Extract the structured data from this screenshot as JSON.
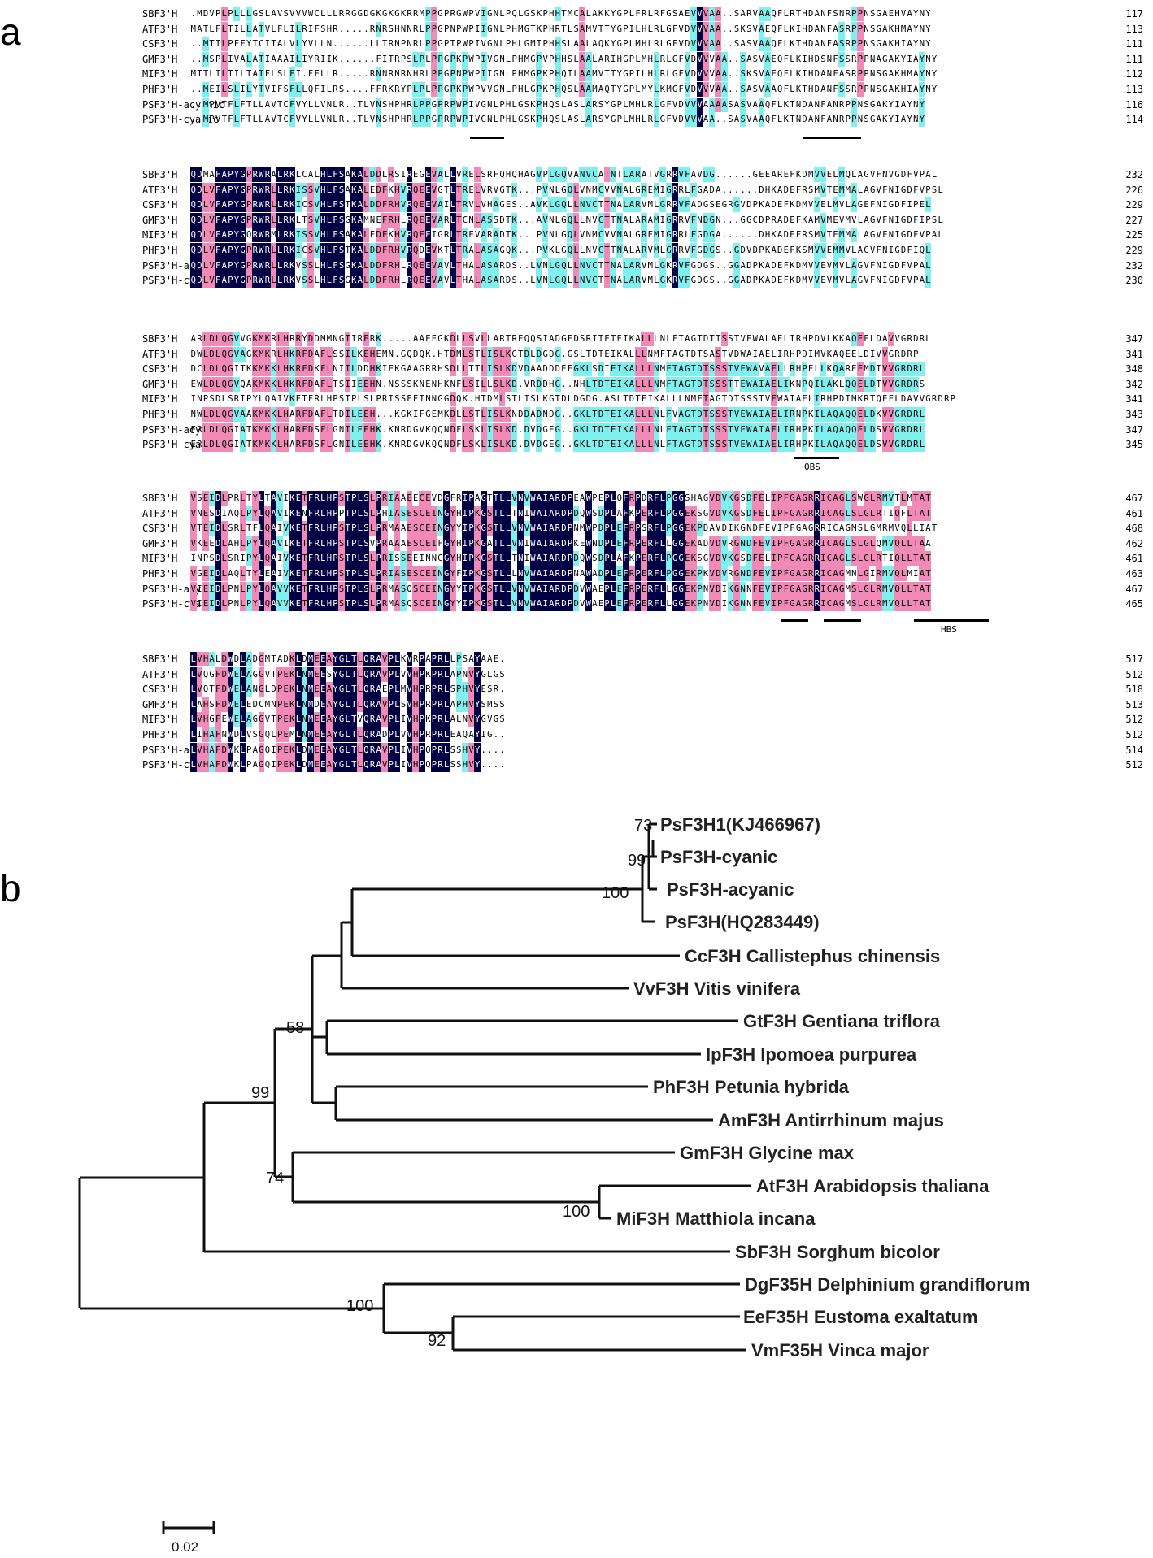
{
  "panel_labels": {
    "a": "a",
    "b": "b"
  },
  "alignment": {
    "colors": {
      "identical": "#000043",
      "similar_pink": "#f28ab8",
      "similar_cyan": "#7ff0ee"
    },
    "blocks": [
      {
        "rows": [
          {
            "name": "SBF3'H",
            "seq": ".MDVPLPLLLGSLAVSVVVWCLLLRRGGDGKGKGKRRMPPGPRGWPVIGNLPQLGSKPHHTMCALAKKYGPLFRLRFGSAEVVVAA..SARVAAQFLRTHDANFSNRPPNSGAEHVAYNY",
            "end": "117"
          },
          {
            "name": "ATF3'H",
            "seq": "MATLFLTILLATVLFLILRIFSHR.....RNRSHNNRLPPGPNPWPIIGNLPHMGTKPHRTLSAMVTTYGPILHLRLGFVDVVVAA..SKSVAEQFLKIHDANFASRPPNSGAKHMAYNY",
            "end": "113"
          },
          {
            "name": "CSF3'H",
            "seq": "..MTILPFFYTCITALVLYVLLN......LLTRNPNRLPPGPTPWPIVGNLPHLGMIPHHSLAALAQKYGPLMHLRLGFVDVVVAA..SASVAAQFLKTHDANFASRPPNSGAKHIAYNY",
            "end": "111"
          },
          {
            "name": "GMF3'H",
            "seq": "..MSPLIVALATIAAAILIYRIIK......FITRPSLPLPPGPKPWPIVGNLPHMGPVPHHSLAALARIHGPLMHLRLGFVDVVVAA..SASVAEQFLKIHDSNFSSRPPNAGAKYIAYNY",
            "end": "111"
          },
          {
            "name": "MIF3'H",
            "seq": "MTTLILTILTATFLSLFI.FFLLR.....RNNRNRNHRLPPGPNPWPIIGNLPHMGPKPHQTLAAMVTTYGPILHLRLGFVDVVVAA..SKSVAEQFLKIHDANFASRPPNSGAKHMAYNY",
            "end": "112"
          },
          {
            "name": "PHF3'H",
            "seq": "..MEILSLILYTVIFSFLLQFILRS....FFRKRYPLPLPPGPKPWPVVGNLPHLGPKPHQSLAAMAQTYGPLMYLKMGFVDVVVAA..SASVAAQFLKTHDANFSSRPPNSGAKHIAYNY",
            "end": "113"
          },
          {
            "name": "PSF3'H-acyanic",
            "seq": "..MPVTFLFTLLAVTCFVYLLVNLR..TLVNSHPHRLPPGPRPWPIVGNLPHLGSKPHQSLASLARSYGPLMHLRLGFVDVVVAAAASASVAAQFLKTNDANFANRPPNSGAKYIAYNY",
            "end": "116"
          },
          {
            "name": "PSF3'H-cyanic",
            "seq": "..MPVTFLFTLLAVTCFVYLLVNLR..TLVNSHPHRLPPGPRPWPIVGNLPHLGSKPHQSLASLARSYGPLMHLRLGFVDVVVAA..SASVAAQFLKTNDANFANRPPNSGAKYIAYNY",
            "end": "114"
          }
        ]
      },
      {
        "rows": [
          {
            "name": "SBF3'H",
            "seq": "QDMAFAPYGPRWRALRKLCALHLFSAKALDDLRSIREGEVALLVRELSRFQHQHAGVPLGQVANVCATNTLARATVGRRVFAVDG......GEEAREFKDMVVELMQLAGVFNVGDFVPAL",
            "end": "232"
          },
          {
            "name": "ATF3'H",
            "seq": "QDLVFAPYGPRWRLLRKISSVHLFSAKALEDFKHVRQEEVGTLTRELVRVGTK...PVNLGQLVNMCVVNALGREMIGRRLFGADA......DHKADEFRSMVTEMMALAGVFNIGDFVPSL",
            "end": "226"
          },
          {
            "name": "CSF3'H",
            "seq": "QDLVFAPYGPRWRLLRKICSVHLFSTKALDDFRHVRQEEVAILTRVLVHAGES..AVKLGQLLNVCTTNALARVMLGRRVFADGSEGRGVDPKADEFKDMVVELMVLAGEFNIGDFIPEL",
            "end": "229"
          },
          {
            "name": "GMF3'H",
            "seq": "QDLVFAPYGPRWRLLRKLTSVHLFSGKAMNEFRHLRQEEVARLTCNLASSDTK...AVNLGQLLNVCTTNALARAMIGRRVFNDGN...GGCDPRADEFKAMVMEVMVLAGVFNIGDFIPSL",
            "end": "227"
          },
          {
            "name": "MIF3'H",
            "seq": "QDLVFAPYGQRWRMLRKISSVHLFSAKALEDFKHVRQEEIGRLTREVARADTK...PVNLGQLVNMCVVNALGREMIGRRLFGDGA......DHKADEFRSMVTEMMALAGVFNIGDFVPAL",
            "end": "225"
          },
          {
            "name": "PHF3'H",
            "seq": "QDLVFAPYGPRWRLLRKICSVHLFSTKALDDFRHVRQDEVKTLTRALASAGQK...PVKLGQLLNVCTTNALARVMLGRRVFGDGS..GDVDPKADEFKSMVVEMMVLAGVFNIGDFIQL",
            "end": "229"
          },
          {
            "name": "PSF3'H-acyanic",
            "seq": "QDLVFAPYGPRWRLLRKVSSLHLFSGKALDDFRHLRQEEVAVLTHALASARDS..LVNLGQLLNVCTTNALARVMLGKRVFGDGS..GGADPKADEFKDMVVEVMVLAGVFNIGDFVPAL",
            "end": "232"
          },
          {
            "name": "PSF3'H-cyanic",
            "seq": "QDLVFAPYGPRWRLLRKVSSLHLFSGKALDDFRHLRQEEVAVLTHALASARDS..LVNLGQLLNVCTTNALARVMLGKRVFGDGS..GGADPKADEFKDMVVEVMVLAGVFNIGDFVPAL",
            "end": "230"
          }
        ]
      },
      {
        "rows": [
          {
            "name": "SBF3'H",
            "seq": "ARLDLQGVVGKMKRLHRRYDDMMNGIIRERK.....AAEEGKDLLSVLLARTREQQSIADGEDSRITETEIKALLLNLFTAGTDTTSSTVEWALAELIRHPDVLKKAQEELDAVVGRDRL",
            "end": "347"
          },
          {
            "name": "ATF3'H",
            "seq": "DWLDLQGVAGKMKRLHKRFDAFLSSILKEHEMN.GQDQK.HTDMLSTLISLKGTDLDGDG.GSLTDTEIKALLLNMFTAGTDTSASTVDWAIAELIRHPDIMVKAQEELDIVVGRDRP",
            "end": "341"
          },
          {
            "name": "CSF3'H",
            "seq": "DCLDLQGITKKMKKLHKRFDKFLNIILDDHKIEKGAAGRRHSDLLTTLISLKDVDAADDDEEGKLSDIEIKALLLNMFTAGTDTSSSTVEWAVAELLRHPELLKQAREEMDIVVGRDRL",
            "end": "348"
          },
          {
            "name": "GMF3'H",
            "seq": "EWLDLQGVQAKMKKLHKRFDAFLTSIIEEHN.NSSSKNENHKNFLSILLSLKD.VRDDHG..NHLTDTEIKALLLNMFTAGTDTSSSTTEWAIAELIKNPQILAKLQQELDTVVGRDRS",
            "end": "342"
          },
          {
            "name": "MIF3'H",
            "seq": "INPSDLSRIPYLQAIVKETFRLHPSTPLSLPRISSEEINNGGDQK.HTDMLSTLISLKGTDLDGDG.ASLTDTEIKALLLNMFTAGTDTSSSTVEWAIAELIRHPDIMKRTQEELDAVVGRDRP",
            "end": "341"
          },
          {
            "name": "PHF3'H",
            "seq": "NWLDLQGVAAKMKKLHARFDAFLTDILEEH...KGKIFGEMKDLLSTLISLKNDDADNDG..GKLTDTEIKALLLNLFVAGTDTSSSTVEWAIAELIRNPKILAQAQQELDKVVGRDRL",
            "end": "343"
          },
          {
            "name": "PSF3'H-acyanic",
            "seq": "ERLDLQGIATKMKKLHARFDSFLGNILEEHK.KNRDGVKQQNDFLSKLISLKD.DVDGEG..GKLTDTEIKALLLNLFTAGTDTSSSTVEWAIAELIRHPKILAQAQQELDSVVGRDRL",
            "end": "347"
          },
          {
            "name": "PSF3'H-cyanic",
            "seq": "ERLDLQGIATKMKKLHARFDSFLGNILEEHK.KNRDGVKQQNDFLSKLISLKD.DVDGEG..GKLTDTEIKALLLNLFTAGTDTSSSTVEWAIAELIRHPKILAQAQQELDSVVGRDRL",
            "end": "345"
          }
        ],
        "annotations": [
          {
            "label": "OBS"
          }
        ]
      },
      {
        "rows": [
          {
            "name": "SBF3'H",
            "seq": "VSEIDLPRLTYLTAVIKETFRLHPSTPLSLPRIAAEECEVDGFRIPAGTTLLVNVWAIARDPEAWPEPLQFRPDRFLPGGSHAGVDVKGSDFELIPFGAGRRICAGLSWGLRMVTLMTAT",
            "end": "467"
          },
          {
            "name": "ATF3'H",
            "seq": "VNESDIAQLPYLQAVIKENFRLHPPTPLSLPHIASESCEINGYHIPKGSTLLTNIWAIARDPDQWSDPLAFKPERFLPGGEKSGVDVKGSDFELIPFGAGRRICAGLSLGLRTIQFLTAT",
            "end": "461"
          },
          {
            "name": "CSF3'H",
            "seq": "VTEIDLSRLTFLQAIVKETFRLHPSTPLSLPRMAAESCEINGYYIPKGSTLLVNVWAIARDPNMWPDPLEFRPSRFLPGGEKPDAVDIKGNDFEVIPFGAGRRICAGMSLGMRMVQLLIAT",
            "end": "468"
          },
          {
            "name": "GMF3'H",
            "seq": "VKEEDLAHLPYLQAVIKETFRLHPSTPLSVPRAAAESCEIFGYHIPKGATLLVNIWAIARDPKEWNDPLEFRPERFLLGGEKADVDVRGNDFEVIPFGAGRRICAGLSLGLQMVQLLTAA",
            "end": "462"
          },
          {
            "name": "MIF3'H",
            "seq": "INPSDLSRIPYLQAIVKETFRLHPSTPLSLPRISSEEINNGGYHIPKGSTLLTNIWAIARDPDQWSDPLAFKPERFLPGGEKSGVDVKGSDFELIPFGAGRRICAGLSLGLRTIQLLTAT",
            "end": "461"
          },
          {
            "name": "PHF3'H",
            "seq": "VGEIDLAQLTYLEAIVKETFRLHPSTPLSLPRIASESCEINGYFIPKGSTLLLNVWAIARDPNAWADPLEFRPERFLPGGEKPKVDVRGNDFEVIPFGAGRRICAGMNLGIRMVQLMIAT",
            "end": "463"
          },
          {
            "name": "PSF3'H-acyanic",
            "seq": "VIEIDLPNLPYLQAVVKETFRLHPSTPLSLPRMASQSCEINGYYIPKGSTLLVNVWAIARDPDVWAEPLEFRPERFLLGGEKPNVDIKGNNFEVIPFGAGRRICAGMSLGLRMVQLLTAT",
            "end": "467"
          },
          {
            "name": "PSF3'H-cyanic",
            "seq": "VIEIDLPNLPYLQAVVKETFRLHPSTPLSLPRMASQSCEINGYYIPKGSTLLVNVWAIARDPDVWAEPLEFRPERFLLGGEKPNVDIKGNNFEVIPFGAGRRICAGMSLGLRMVQLLTAT",
            "end": "465"
          }
        ],
        "annotations": [
          {
            "label": "HBS"
          }
        ]
      },
      {
        "rows": [
          {
            "name": "SBF3'H",
            "seq": "LVHALDWDLADGMTADKLDMEEAYGLTLQRAVPLKVRPAPRLLPSAYAAE.",
            "end": "517"
          },
          {
            "name": "ATF3'H",
            "seq": "LVQGFDWELAGGVTPEKLNMEESYGLTLQRAVPLVVHPKPRLAPNVYGLGS",
            "end": "512"
          },
          {
            "name": "CSF3'H",
            "seq": "LVQTFDWELANGLDPEKLNMEEAYGLTLQRAEPLMVHPRPRLSPHVYESR.",
            "end": "518"
          },
          {
            "name": "GMF3'H",
            "seq": "LAHSFDWELEDCMNPEKLNMDEAYGLTLQRAVPLSVHPRPRLAPHVYSMSS",
            "end": "513"
          },
          {
            "name": "MIF3'H",
            "seq": "LVHGFEWELAGGVTPEKLNMEEAYGLTVQRAVPLIVHPKPRLALNVYGVGS",
            "end": "512"
          },
          {
            "name": "PHF3'H",
            "seq": "LIHAFNWDLVSGQLPEMLNMEEAYGLTLQRADPLVVHPRPRLEAQAYIG..",
            "end": "512"
          },
          {
            "name": "PSF3'H-acyanic",
            "seq": "LVHAFDWKLPAGQIPEKLDMEEAYGLTLQRAVPLIVHPQPRLSSHVY....",
            "end": "514"
          },
          {
            "name": "PSF3'H-cyanic",
            "seq": "LVHAFDWKLPAGQIPEKLDMEEAYGLTLQRAVPLIVHPQPRLSSHVY....",
            "end": "512"
          }
        ]
      }
    ]
  },
  "tree": {
    "taxa": [
      "PsF3H1(KJ466967)",
      "PsF3H-cyanic",
      "PsF3H-acyanic",
      "PsF3H(HQ283449)",
      "CcF3H Callistephus chinensis",
      "VvF3H Vitis vinifera",
      "GtF3H Gentiana triflora",
      "IpF3H Ipomoea purpurea",
      "PhF3H Petunia hybrida",
      "AmF3H Antirrhinum majus",
      "GmF3H Glycine max",
      "AtF3H Arabidopsis thaliana",
      "MiF3H Matthiola incana",
      "SbF3H Sorghum bicolor",
      "DgF35H Delphinium grandiflorum",
      "EeF35H Eustoma exaltatum",
      "VmF35H Vinca major"
    ],
    "bootstrap": [
      "73",
      "99",
      "100",
      "58",
      "99",
      "74",
      "100",
      "100",
      "92"
    ],
    "scale_label": "0.02"
  }
}
